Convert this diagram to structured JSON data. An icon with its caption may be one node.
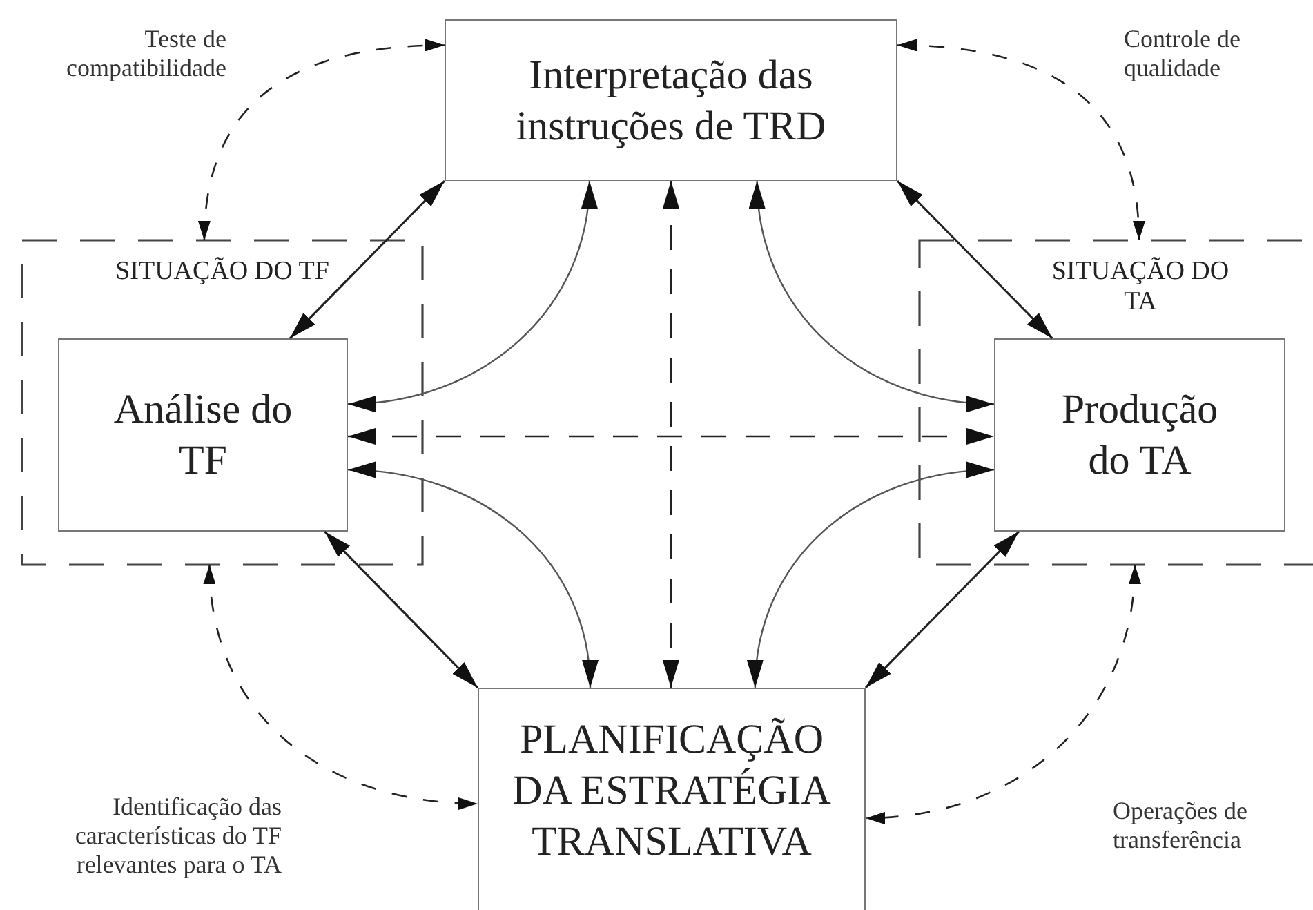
{
  "diagram": {
    "nodes": [
      {
        "text": [
          "Interpretação das instruções de TRD"
        ]
      },
      {
        "text": [
          "SITUAÇÃO DO TF"
        ]
      },
      {
        "text": [
          "Análise do TF"
        ],
        "in": 1
      },
      {
        "text": [
          "SITUAÇÃO DO TA"
        ]
      },
      {
        "text": [
          "Produção do TA"
        ],
        "in": 3
      },
      {
        "text": [
          "PLANIFICAÇÃO DA ESTRATÉGIA TRANSLATIVA"
        ]
      }
    ],
    "edges": [
      {
        "from": 1,
        "to": 0,
        "arrow": "both",
        "style": "dashed"
      },
      {
        "from": 0,
        "to": 3,
        "arrow": "both",
        "style": "dashed"
      },
      {
        "from": 1,
        "to": 5,
        "arrow": "both",
        "style": "dashed"
      },
      {
        "from": 3,
        "to": 5,
        "arrow": "both",
        "style": "dashed"
      },
      {
        "from": 2,
        "to": 0,
        "arrow": "both"
      },
      {
        "from": 0,
        "to": 4,
        "arrow": "both"
      },
      {
        "from": 2,
        "to": 5,
        "arrow": "both"
      },
      {
        "from": 4,
        "to": 5,
        "arrow": "both"
      },
      {
        "from": 0,
        "to": 2,
        "arrow": "both"
      },
      {
        "from": 0,
        "to": 4,
        "arrow": "both"
      },
      {
        "from": 2,
        "to": 5,
        "arrow": "both"
      },
      {
        "from": 4,
        "to": 5,
        "arrow": "both"
      },
      {
        "from": 0,
        "to": 5,
        "arrow": "both",
        "style": "dashed"
      },
      {
        "from": 2,
        "to": 4,
        "arrow": "both",
        "style": "dashed"
      }
    ],
    "labels": [
      "Teste de compatibilidade",
      "Controle de qualidade",
      "Identificação das características do TF relevantes para o TA",
      "Operações de transferência"
    ]
  }
}
